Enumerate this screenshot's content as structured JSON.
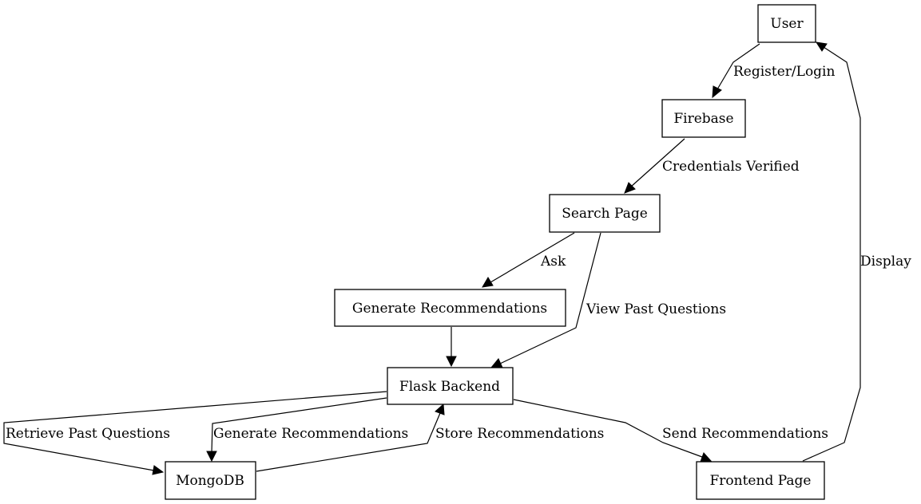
{
  "nodes": {
    "user": "User",
    "firebase": "Firebase",
    "search_page": "Search Page",
    "generate_recommendations": "Generate Recommendations",
    "flask_backend": "Flask Backend",
    "mongodb": "MongoDB",
    "frontend_page": "Frontend Page"
  },
  "edges": {
    "register_login": "Register/Login",
    "credentials_verified": "Credentials Verified",
    "ask": "Ask",
    "view_past_questions": "View Past Questions",
    "retrieve_past_questions": "Retrieve Past Questions",
    "generate_recommendations": "Generate Recommendations",
    "store_recommendations": "Store Recommendations",
    "send_recommendations": "Send Recommendations",
    "display": "Display"
  }
}
